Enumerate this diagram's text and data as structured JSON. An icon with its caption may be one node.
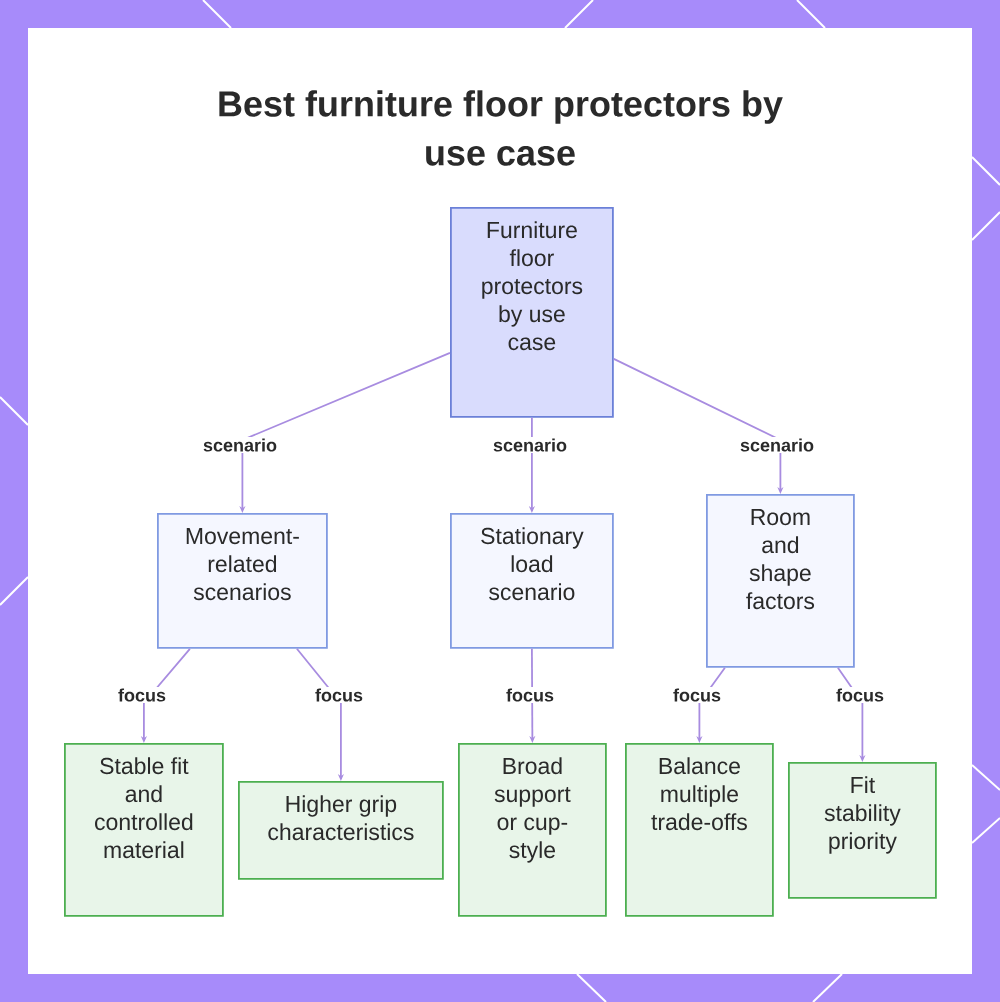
{
  "diagram": {
    "title": "Best furniture floor protectors by use case",
    "nodes": [
      {
        "text": [
          "Furniture floor protectors by use case"
        ]
      },
      {
        "text": [
          "Movement-related scenarios"
        ]
      },
      {
        "text": [
          "Stationary load scenario"
        ]
      },
      {
        "text": [
          "Room and shape factors"
        ]
      },
      {
        "text": [
          "Stable fit and controlled material"
        ]
      },
      {
        "text": [
          "Higher grip characteristics"
        ]
      },
      {
        "text": [
          "Broad support or cup-style"
        ]
      },
      {
        "text": [
          "Balance multiple trade-offs"
        ]
      },
      {
        "text": [
          "Fit stability priority"
        ]
      }
    ],
    "edges": [
      {
        "from": 0,
        "to": 1,
        "arrow": "to",
        "label": "scenario"
      },
      {
        "from": 0,
        "to": 2,
        "arrow": "to",
        "label": "scenario"
      },
      {
        "from": 0,
        "to": 3,
        "arrow": "to",
        "label": "scenario"
      },
      {
        "from": 1,
        "to": 4,
        "arrow": "to",
        "label": "focus"
      },
      {
        "from": 1,
        "to": 5,
        "arrow": "to",
        "label": "focus"
      },
      {
        "from": 2,
        "to": 6,
        "arrow": "to",
        "label": "focus"
      },
      {
        "from": 3,
        "to": 7,
        "arrow": "to",
        "label": "focus"
      },
      {
        "from": 3,
        "to": 8,
        "arrow": "to",
        "label": "focus"
      }
    ]
  }
}
